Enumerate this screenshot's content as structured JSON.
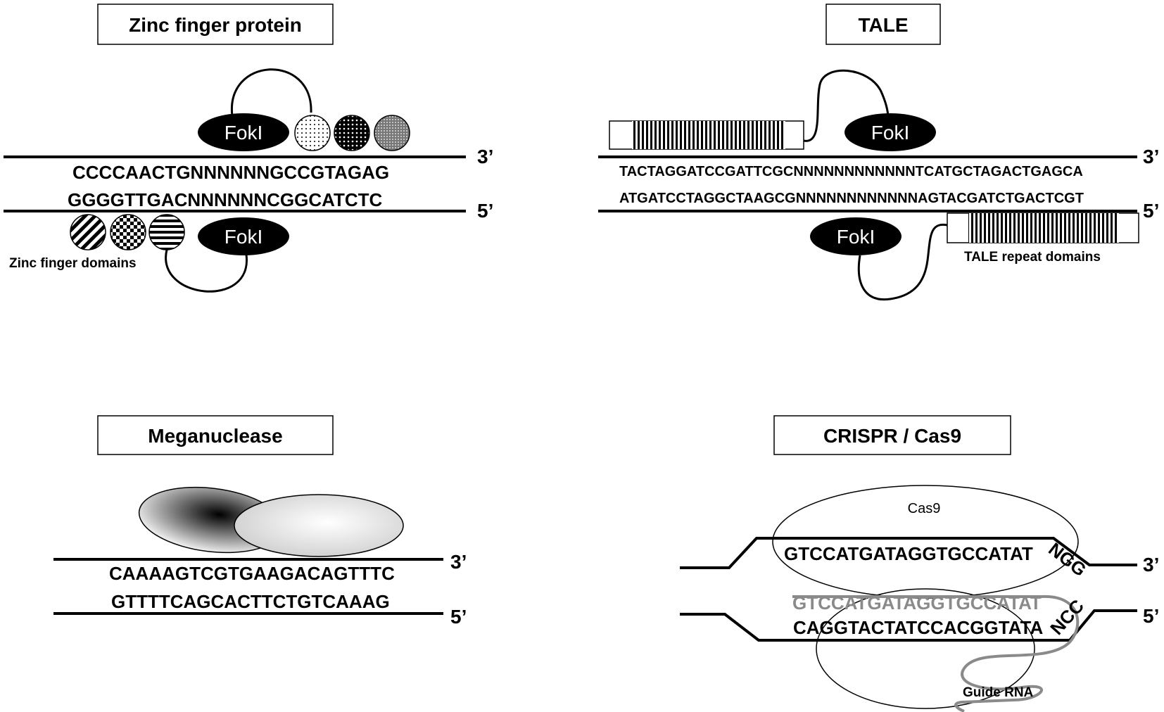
{
  "panels": {
    "zinc": {
      "title": "Zinc finger protein",
      "top_seq": "CCCCAACTGNNNNNNGCCGTAGAG",
      "bottom_seq": "GGGGTTGACNNNNNNCGGCATCTC",
      "end_top": "3’",
      "end_bottom": "5’",
      "fok_top": "FokI",
      "fok_bottom": "FokI",
      "domain_label": "Zinc finger domains"
    },
    "tale": {
      "title": "TALE",
      "top_seq": "TACTAGGATCCGATTCGCNNNNNNNNNNNNTCATGCTAGACTGAGCA",
      "bottom_seq": "ATGATCCTAGGCTAAGCGNNNNNNNNNNNNAGTACGATCTGACTCGT",
      "end_top": "3’",
      "end_bottom": "5’",
      "fok_top": "FokI",
      "fok_bottom": "FokI",
      "domain_label": "TALE repeat domains"
    },
    "mega": {
      "title": "Meganuclease",
      "top_seq": "CAAAAGTCGTGAAGACAGTTTC",
      "bottom_seq": "GTTTTCAGCACTTCTGTCAAAG",
      "end_top": "3’",
      "end_bottom": "5’"
    },
    "crispr": {
      "title": "CRISPR / Cas9",
      "cas9_label": "Cas9",
      "top_seq": "GTCCATGATAGGTGCCATAT",
      "pam_top": "NGG",
      "guide_seq": "GTCCATGATAGGTGCCATAT",
      "bottom_seq": "CAGGTACTATCCACGGTATA",
      "pam_bottom": "NCC",
      "guide_label": "Guide RNA",
      "end_top": "3’",
      "end_bottom": "5’"
    }
  }
}
